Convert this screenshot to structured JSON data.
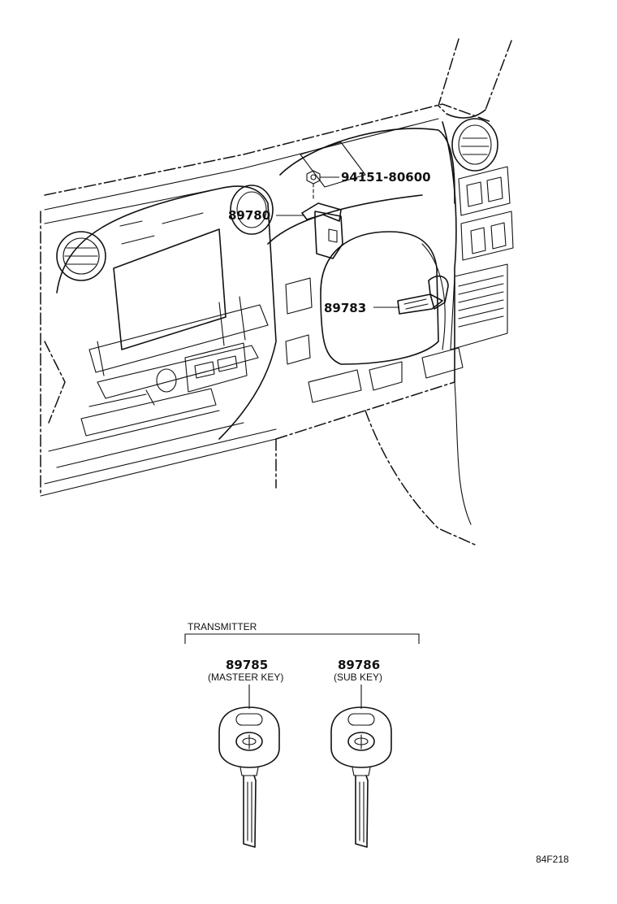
{
  "parts": {
    "bolt": "94151-80600",
    "immobiliser_ecu": "89780",
    "transponder_amplifier": "89783"
  },
  "transmitter": {
    "group_label": "TRANSMITTER",
    "master_key": {
      "part_no": "89785",
      "caption": "(MASTEER KEY)"
    },
    "sub_key": {
      "part_no": "89786",
      "caption": "(SUB KEY)"
    }
  },
  "figure_code": "84F218"
}
